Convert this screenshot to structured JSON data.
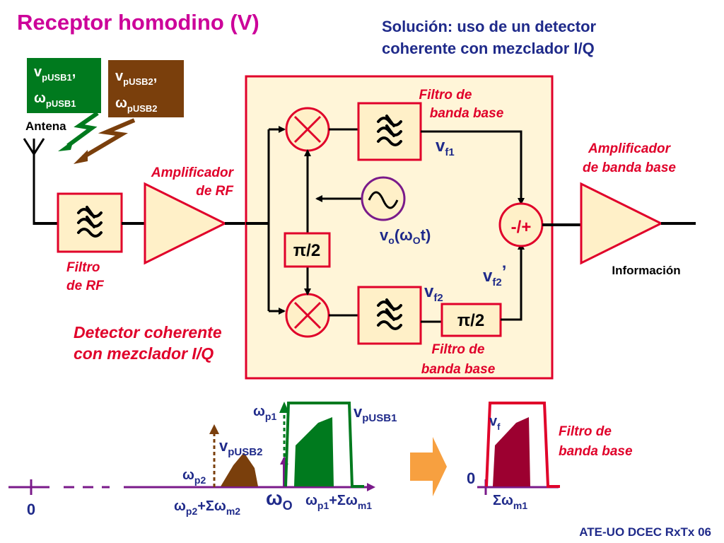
{
  "title": "Receptor homodino (V)",
  "solution": {
    "line1": "Solución: uso de un detector",
    "line2": "coherente con mezclador I/Q"
  },
  "signals": {
    "green_v": "v",
    "green_v_sub": "pUSB1",
    "green_w": "ω",
    "green_w_sub": "pUSB1",
    "brown_v": "v",
    "brown_v_sub": "pUSB2",
    "brown_w": "ω",
    "brown_w_sub": "pUSB2",
    "comma": ","
  },
  "labels": {
    "antena": "Antena",
    "filtro_rf_1": "Filtro",
    "filtro_rf_2": "de RF",
    "amp_rf_1": "Amplificador",
    "amp_rf_2": "de RF",
    "fbb_top_1": "Filtro de",
    "fbb_top_2": "banda base",
    "fbb_bot_1": "Filtro de",
    "fbb_bot_2": "banda base",
    "amp_bb_1": "Amplificador",
    "amp_bb_2": "de banda base",
    "informacion": "Información",
    "detector_1": "Detector coherente",
    "detector_2": "con mezclador I/Q",
    "pi2_a": "π/2",
    "pi2_b": "π/2",
    "sum_block": "-/+",
    "vf1": "v",
    "vf1_sub": "f1",
    "vf2": "v",
    "vf2_sub": "f2",
    "vf2p": "v",
    "vf2p_sub": "f2",
    "vf2p_prime": "’",
    "vo": "v",
    "vo_sub": "o",
    "vo_paren_open": "(",
    "vo_w": "ω",
    "vo_w_sub": "O",
    "vo_t": "t)"
  },
  "spectrum": {
    "zero_left": "0",
    "wp1": "ω",
    "wp1_sub": "p1",
    "vpusb1": "v",
    "vpusb1_sub": "pUSB1",
    "vpusb2": "v",
    "vpusb2_sub": "pUSB2",
    "wp2": "ω",
    "wp2_sub": "p2",
    "wp2_sum": "ω",
    "wp2_sum_sub": "p2",
    "wp2_sum_plus": "+Σω",
    "wp2_sum_sub2": "m2",
    "wo": "ω",
    "wo_sub": "O",
    "wp1_sum": "ω",
    "wp1_sum_sub": "p1",
    "wp1_sum_plus": "+Σω",
    "wp1_sum_sub2": "m1",
    "zero_right": "0",
    "vf": "v",
    "vf_sub": "f",
    "sum_wm1": "Σω",
    "sum_wm1_sub": "m1",
    "fbb_1": "Filtro de",
    "fbb_2": "banda base"
  },
  "footer": "ATE-UO DCEC RxTx 06",
  "colors": {
    "title": "#cc0099",
    "navy": "#1f2a8a",
    "red": "#e0002a",
    "panel": "#fff5d8",
    "block": "#fff0c8",
    "green": "#007a1e",
    "brown": "#7a3f0c",
    "maroon": "#9c0030",
    "orange": "#f7a040",
    "purple": "#7a1a8a"
  }
}
